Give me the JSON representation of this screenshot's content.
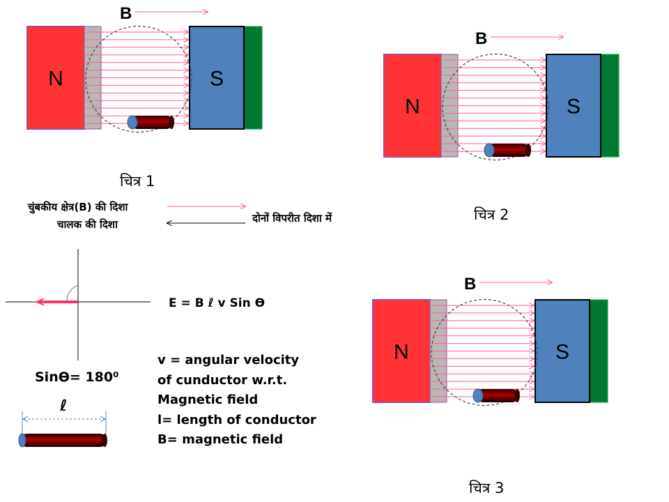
{
  "colors": {
    "north": "#ff3333",
    "south": "#4f81bd",
    "south_back": "#007a33",
    "spacer": "#bbb6b6",
    "field_line": "#ff5a9a",
    "magnet_border": "#a04a9c",
    "conductor_dark": "#1a0000",
    "conductor_red": "#b00000",
    "conductor_cap": "#4f81bd",
    "arrow": "#ff3366"
  },
  "figures": [
    {
      "id": "fig1",
      "b_label": "B",
      "n_label": "N",
      "s_label": "S",
      "caption": "चित्र 1",
      "conductor_position": "bottom"
    },
    {
      "id": "fig2",
      "b_label": "B",
      "n_label": "N",
      "s_label": "S",
      "caption": "चित्र 2",
      "conductor_position": "bottom"
    },
    {
      "id": "fig3",
      "b_label": "B",
      "n_label": "N",
      "s_label": "S",
      "caption": "चित्र 3",
      "conductor_position": "bottom"
    }
  ],
  "direction_note": {
    "field_direction": "चुंबकीय क्षेत्र(B) की दिशा",
    "conductor_direction": "चालक की दिशा",
    "relation": "दोनों विपरीत दिशा में"
  },
  "formula": "E = B ℓ  v Sin ϴ",
  "angle_caption": "Sinϴ=  180⁰",
  "conductor_symbol": "ℓ",
  "legend": [
    "v = angular velocity",
    "of cunductor w.r.t.",
    "Magnetic field",
    "l=  length of conductor",
    "B= magnetic field"
  ]
}
